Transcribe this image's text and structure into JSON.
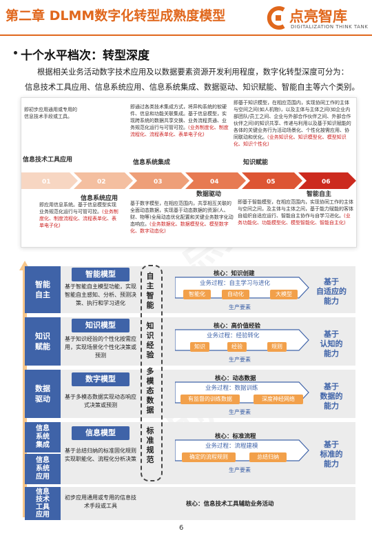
{
  "header": {
    "chapter_title": "第二章  DLMM数字化转型成熟度模型",
    "logo_name": "点亮智库",
    "logo_sub": "DIGITALIZATION THINK TANK"
  },
  "section": {
    "title": "十个水平档次：转型深度",
    "intro_line1": "根据相关业务活动数字技术应用及以数据要素资源开发利用程度，数字化转型深度可分为：",
    "intro_line2": "信息技术工具应用、信息系统应用、信息系统集成、数据驱动、知识赋能、智能自主等六个类别。"
  },
  "upper": {
    "steps": [
      "01",
      "02",
      "03",
      "04",
      "05",
      "06"
    ],
    "labels": {
      "tool": "信息技术工具应用",
      "system_app": "信息系统应用",
      "integration": "信息系统集成",
      "data_driven": "数据驱动",
      "knowledge": "知识赋能",
      "intelligent": "智能自主"
    },
    "text_tool": "即初步应用通用或专用的信息技术手段或工具。",
    "text_sysapp_a": "即应用信息系统。基于信息模型实现业务规范化运行与可管可控。",
    "text_sysapp_b": "(业务制度化、制度流程化、流程表单化、表单电子化)",
    "text_integ_a": "即通过各类技术集成方式，将异构系统的软硬件、信息和功能关联集成。基于信息模型，实现跨系统的数据共享交换、业务流程贯通、业务规范化运行与可管可控。",
    "text_integ_b": "(业务制度化、制度流程化、流程表单化、表单电子化)",
    "text_data_a": "基于数字模型，在相应范围内，共享相互关联的全面动态数据，实现基于动态数据的资源(人、财、物等)全局动态优化配置和关键业务数字化动态响应。",
    "text_data_b": "(业务数据化、数据模型化、模型数字化、数字动态化)",
    "text_know_a": "即基于知识模型，在相应范围内，实现协同工作的主体与空间之间(如人机物)，以及主体与主体之间(如企业内部团队/员工之间、企业与外部合作伙伴之间、外部合作伙伴之间)的知识共享、传递与利用以及基于知识赋能的各体的关键业务行为活动场景化、个性化按需应用、协同联动和优化。",
    "text_know_b": "(业务知识化、知识模型化、模型知识化、知识个性化)",
    "text_intel_a": "即基于智能模型，在相应范围内，实现协同工作的主体与空间之间，及主体与主体之间，基于能力赋能的客体自组织自适应运行、智能自主协作与自学习进化。",
    "text_intel_b": "(业务功能化、功能模型化、模型智能化、智能自主化)"
  },
  "lower": {
    "rows": [
      {
        "left": "智能\n自主",
        "model": "智能模型",
        "desc": "基于智能自主模型功能，实现智能自主感知、分析、预测决策、执行和学习进化",
        "core": "核心：知识创建",
        "process": "业务过程：自主学习与进化",
        "chips": [
          "智能化",
          "自动化",
          "大模型"
        ],
        "produce": "生产要素",
        "result": "基于\n自适应的\n能力"
      },
      {
        "left": "知识\n赋能",
        "model": "知识模型",
        "desc": "基于知识经验的个性化按需应用，实现场景化个性化决策或预测",
        "core": "核心：高价值经验",
        "process": "业务过程：经验转化",
        "chips": [
          "知识",
          "经验",
          "规则"
        ],
        "produce": "生产要素",
        "result": "基于\n认知的\n能力"
      },
      {
        "left": "数据\n驱动",
        "model": "数字模型",
        "desc": "基于多模态数据实现动态响应式决策或预测",
        "core": "核心：动态数据",
        "process": "业务过程：数据训练",
        "chips": [
          "有监督的训练数据",
          "深度神经网络"
        ],
        "produce": "生产要素",
        "result": "基于\n数据的\n能力"
      },
      {
        "left": "信息\n系统\n集成",
        "left2": "信息\n系统\n应用",
        "model": "信息模型",
        "desc": "基于总结归纳的标准固化规则实现职能化、流程化分析决策",
        "core": "核心：标准流程",
        "process": "业务过程：流程建模",
        "chips": [
          "确定的流程规则",
          "总结归纳"
        ],
        "produce": "生产要素",
        "result": "基于\n标准的\n能力"
      },
      {
        "left": "信息\n技术\n工具\n应用",
        "desc": "初步应用通用或专用的信息技术手段或工具",
        "core": "核心：信息技术工具辅助业务活动"
      }
    ],
    "vertical_groups": [
      "自主智能",
      "知识经验",
      "多模态数据",
      "标准规范"
    ]
  },
  "page_number": "6",
  "colors": {
    "orange": "#e0671c",
    "blue": "#3f63a8",
    "chip": "#f2a04a",
    "red": "#cc2222"
  }
}
